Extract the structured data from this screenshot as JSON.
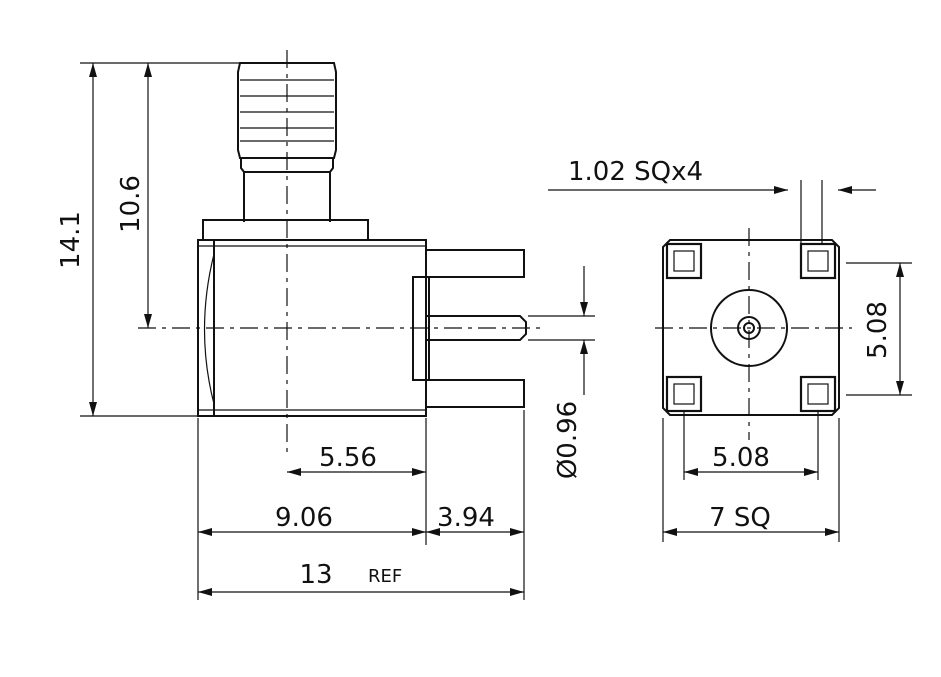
{
  "dimensions": {
    "total_height": "14.1",
    "upper_height": "10.6",
    "pin_square": "1.02 SQx4",
    "pin_pitch_vertical": "5.08",
    "pin_diameter": "Ø0.96",
    "center_offset": "5.56",
    "body_length": "9.06",
    "pin_length": "3.94",
    "overall_length": "13",
    "overall_ref": "REF",
    "pin_pitch_horizontal": "5.08",
    "body_square": "7 SQ"
  }
}
